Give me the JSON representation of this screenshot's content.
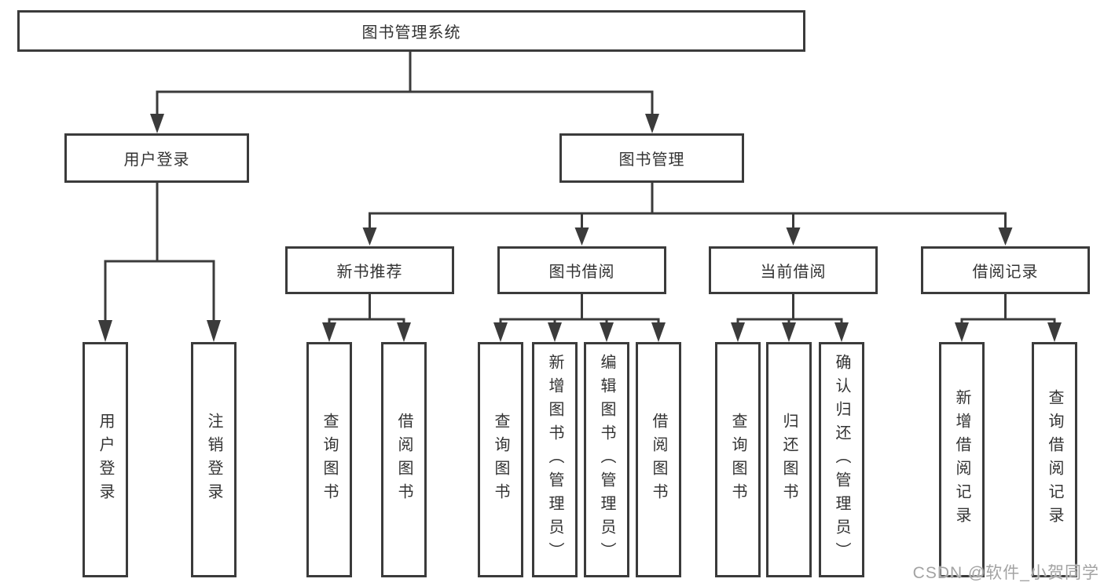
{
  "tree": {
    "label": "图书管理系统",
    "children": [
      {
        "label": "用户登录",
        "children": [
          {
            "label": "用户登录"
          },
          {
            "label": "注销登录"
          }
        ]
      },
      {
        "label": "图书管理",
        "children": [
          {
            "label": "新书推荐",
            "children": [
              {
                "label": "查询图书"
              },
              {
                "label": "借阅图书"
              }
            ]
          },
          {
            "label": "图书借阅",
            "children": [
              {
                "label": "查询图书"
              },
              {
                "label": "新增图书（管理员）"
              },
              {
                "label": "编辑图书（管理员）"
              },
              {
                "label": "借阅图书"
              }
            ]
          },
          {
            "label": "当前借阅",
            "children": [
              {
                "label": "查询图书"
              },
              {
                "label": "归还图书"
              },
              {
                "label": "确认归还（管理员）"
              }
            ]
          },
          {
            "label": "借阅记录",
            "children": [
              {
                "label": "新增借阅记录"
              },
              {
                "label": "查询借阅记录"
              }
            ]
          }
        ]
      }
    ]
  },
  "watermark": {
    "text": "CSDN @软件_小贺同学"
  },
  "colors": {
    "line": "#3b3b3b",
    "text": "#333333",
    "watermark": "#a3a3a3",
    "background": "#ffffff"
  }
}
